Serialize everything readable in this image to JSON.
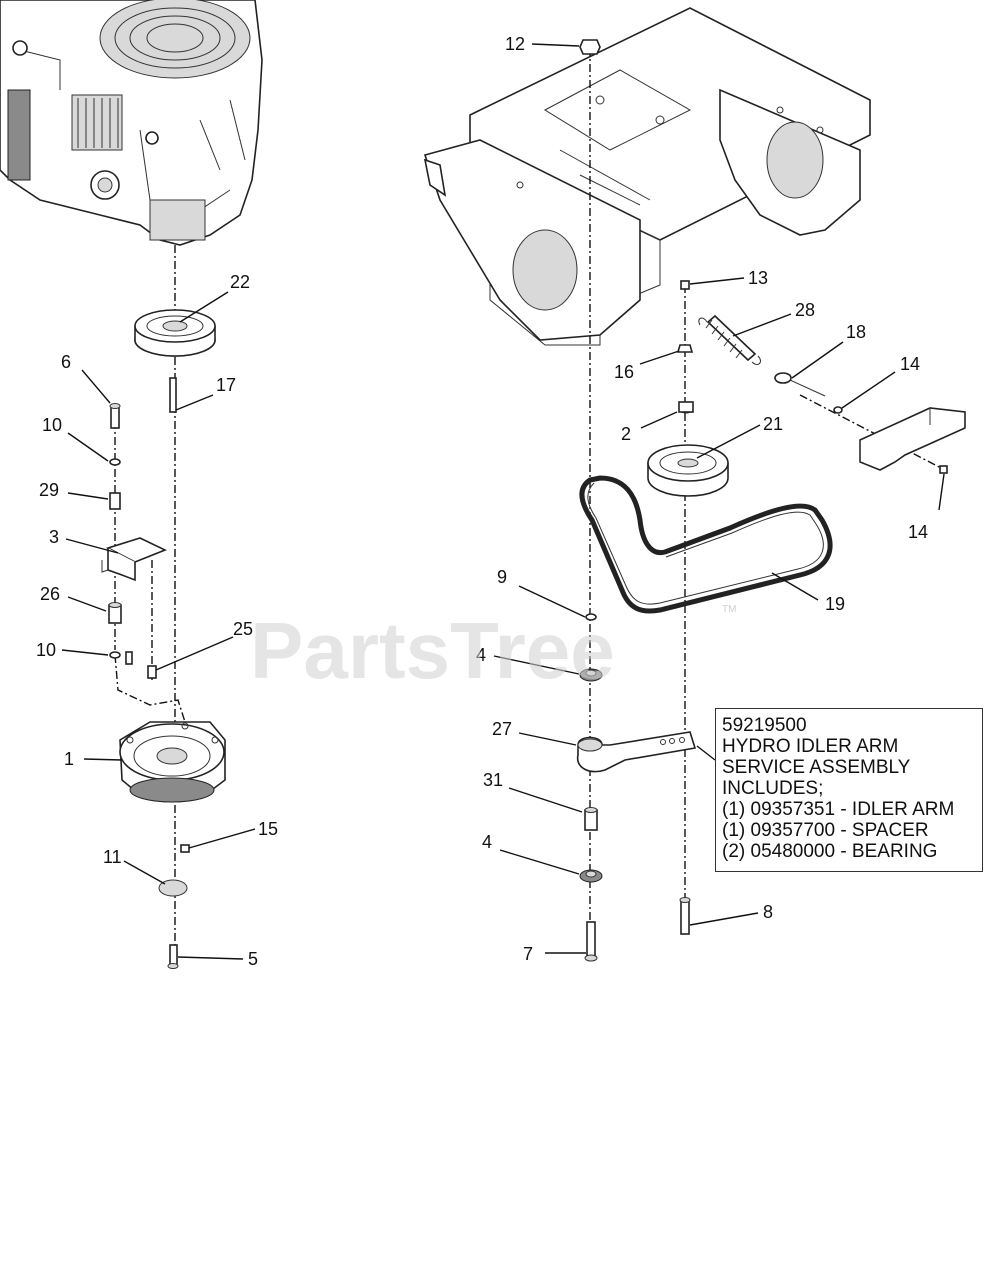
{
  "watermark": {
    "text": "PartsTree",
    "trademark": "TM"
  },
  "labels": {
    "p1": "1",
    "p2": "2",
    "p3": "3",
    "p4a": "4",
    "p4b": "4",
    "p5": "5",
    "p6": "6",
    "p7": "7",
    "p8": "8",
    "p9": "9",
    "p10a": "10",
    "p10b": "10",
    "p11": "11",
    "p12": "12",
    "p13": "13",
    "p14a": "14",
    "p14b": "14",
    "p15": "15",
    "p16": "16",
    "p17": "17",
    "p18": "18",
    "p19": "19",
    "p21": "21",
    "p22": "22",
    "p25": "25",
    "p26": "26",
    "p27": "27",
    "p28": "28",
    "p29": "29",
    "p31": "31"
  },
  "callout": {
    "lines": [
      "59219500",
      "HYDRO IDLER ARM",
      "SERVICE ASSEMBLY",
      "INCLUDES;",
      "(1) 09357351 - IDLER ARM",
      "(1) 09357700 - SPACER",
      "(2) 05480000 - BEARING"
    ]
  }
}
